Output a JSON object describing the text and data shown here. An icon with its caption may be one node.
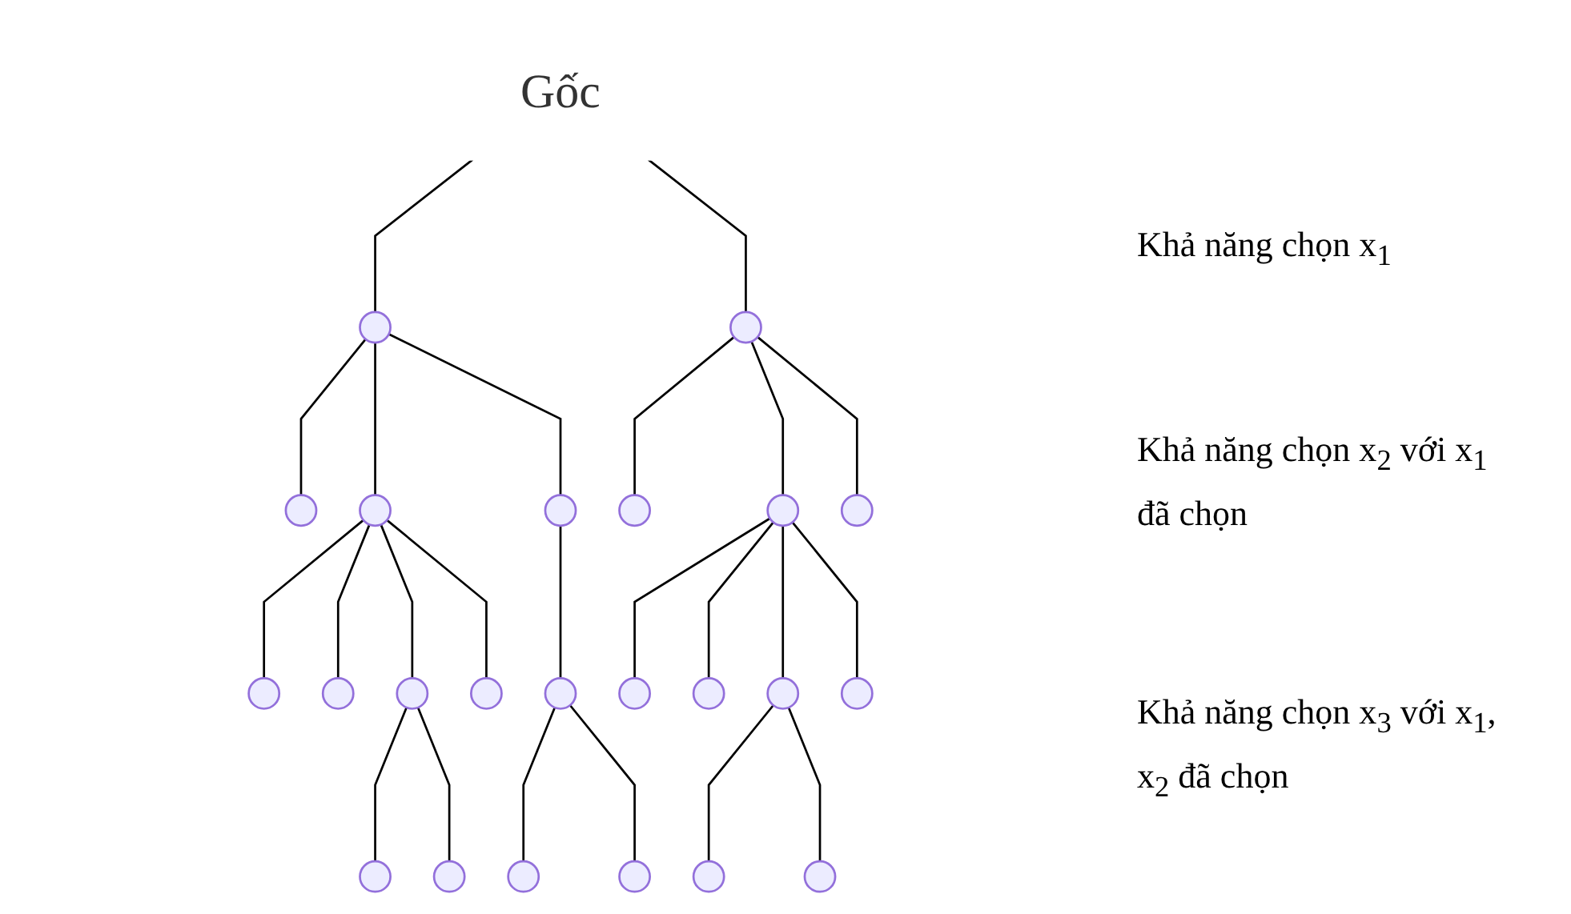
{
  "diagram": {
    "nodes": [
      {
        "text": [
          "Gốc"
        ]
      },
      {
        "text": [],
        "shape": "circle"
      },
      {
        "text": [],
        "shape": "circle"
      },
      {
        "text": [],
        "shape": "circle"
      },
      {
        "text": [],
        "shape": "circle"
      },
      {
        "text": [],
        "shape": "circle"
      },
      {
        "text": [],
        "shape": "circle"
      },
      {
        "text": [],
        "shape": "circle"
      },
      {
        "text": [],
        "shape": "circle"
      },
      {
        "text": [],
        "shape": "circle"
      },
      {
        "text": [],
        "shape": "circle"
      },
      {
        "text": [],
        "shape": "circle"
      },
      {
        "text": [],
        "shape": "circle"
      },
      {
        "text": [],
        "shape": "circle"
      },
      {
        "text": [],
        "shape": "circle"
      },
      {
        "text": [],
        "shape": "circle"
      },
      {
        "text": [],
        "shape": "circle"
      },
      {
        "text": [],
        "shape": "circle"
      },
      {
        "text": [],
        "shape": "circle"
      },
      {
        "text": [],
        "shape": "circle"
      },
      {
        "text": [],
        "shape": "circle"
      },
      {
        "text": [],
        "shape": "circle"
      },
      {
        "text": [],
        "shape": "circle"
      },
      {
        "text": [],
        "shape": "circle"
      }
    ],
    "edges": [
      {
        "from": 0,
        "to": 1,
        "arrow": "none"
      },
      {
        "from": 0,
        "to": 2,
        "arrow": "none"
      },
      {
        "from": 1,
        "to": 3,
        "arrow": "none"
      },
      {
        "from": 1,
        "to": 4,
        "arrow": "none"
      },
      {
        "from": 1,
        "to": 5,
        "arrow": "none"
      },
      {
        "from": 2,
        "to": 6,
        "arrow": "none"
      },
      {
        "from": 2,
        "to": 7,
        "arrow": "none"
      },
      {
        "from": 2,
        "to": 8,
        "arrow": "none"
      },
      {
        "from": 4,
        "to": 9,
        "arrow": "none"
      },
      {
        "from": 4,
        "to": 10,
        "arrow": "none"
      },
      {
        "from": 4,
        "to": 11,
        "arrow": "none"
      },
      {
        "from": 4,
        "to": 12,
        "arrow": "none"
      },
      {
        "from": 5,
        "to": 13,
        "arrow": "none"
      },
      {
        "from": 7,
        "to": 14,
        "arrow": "none"
      },
      {
        "from": 7,
        "to": 15,
        "arrow": "none"
      },
      {
        "from": 7,
        "to": 16,
        "arrow": "none"
      },
      {
        "from": 7,
        "to": 17,
        "arrow": "none"
      },
      {
        "from": 11,
        "to": 18,
        "arrow": "none"
      },
      {
        "from": 11,
        "to": 19,
        "arrow": "none"
      },
      {
        "from": 13,
        "to": 20,
        "arrow": "none"
      },
      {
        "from": 13,
        "to": 21,
        "arrow": "none"
      },
      {
        "from": 16,
        "to": 22,
        "arrow": "none"
      },
      {
        "from": 16,
        "to": 23,
        "arrow": "none"
      }
    ],
    "labels": [
      "Khả năng chọn x$_{1}$",
      "Khả năng chọn x$_{2}$ với x$_{1}$ đã chọn",
      "Khả năng chọn x$_{3}$ với x$_{1}$, x$_{2}$ đã chọn"
    ]
  }
}
